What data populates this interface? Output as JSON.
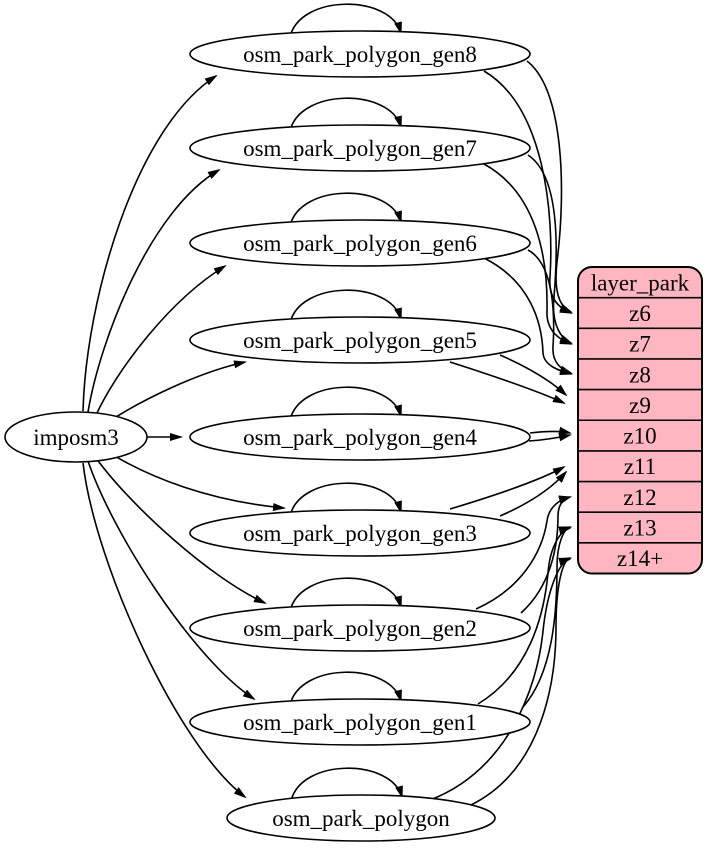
{
  "diagram": {
    "source": {
      "label": "imposm3"
    },
    "tables": [
      {
        "label": "osm_park_polygon_gen8",
        "feeds": "z6"
      },
      {
        "label": "osm_park_polygon_gen7",
        "feeds": "z7"
      },
      {
        "label": "osm_park_polygon_gen6",
        "feeds": "z8"
      },
      {
        "label": "osm_park_polygon_gen5",
        "feeds": "z9"
      },
      {
        "label": "osm_park_polygon_gen4",
        "feeds": "z10"
      },
      {
        "label": "osm_park_polygon_gen3",
        "feeds": "z11"
      },
      {
        "label": "osm_park_polygon_gen2",
        "feeds": "z12"
      },
      {
        "label": "osm_park_polygon_gen1",
        "feeds": "z13"
      },
      {
        "label": "osm_park_polygon",
        "feeds": "z14+"
      }
    ],
    "layer": {
      "title": "layer_park",
      "rows": [
        {
          "label": "z6"
        },
        {
          "label": "z7"
        },
        {
          "label": "z8"
        },
        {
          "label": "z9"
        },
        {
          "label": "z10"
        },
        {
          "label": "z11"
        },
        {
          "label": "z12"
        },
        {
          "label": "z13"
        },
        {
          "label": "z14+"
        }
      ]
    },
    "colors": {
      "layer_fill": "#FFB6C1",
      "node_fill": "#FFFFFF",
      "stroke": "#000000"
    }
  }
}
